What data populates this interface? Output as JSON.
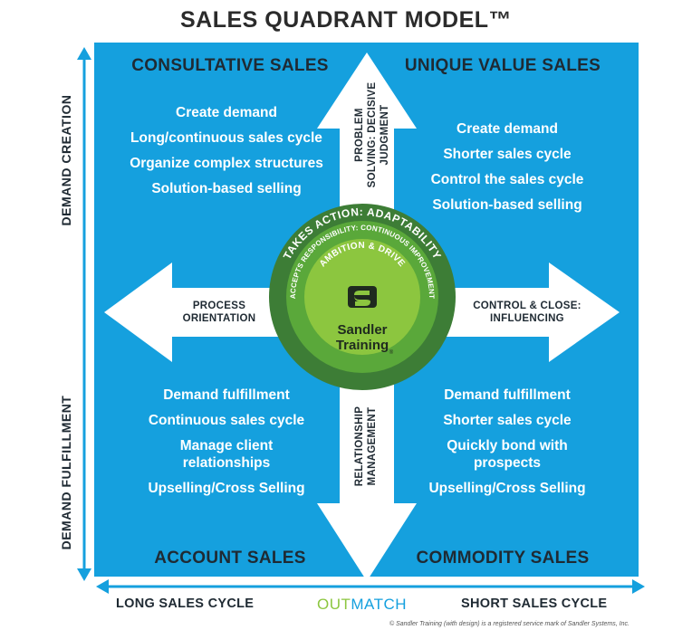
{
  "title": "SALES QUADRANT MODEL™",
  "quadrants": {
    "top_left": {
      "title": "CONSULTATIVE SALES",
      "bullets": [
        "Create demand",
        "Long/continuous sales cycle",
        "Organize complex structures",
        "Solution-based selling"
      ]
    },
    "top_right": {
      "title": "UNIQUE VALUE SALES",
      "bullets": [
        "Create demand",
        "Shorter sales cycle",
        "Control the sales cycle",
        "Solution-based selling"
      ]
    },
    "bottom_left": {
      "title": "ACCOUNT SALES",
      "bullets": [
        "Demand fulfillment",
        "Continuous sales cycle",
        "Manage client relationships",
        "Upselling/Cross Selling"
      ]
    },
    "bottom_right": {
      "title": "COMMODITY SALES",
      "bullets": [
        "Demand fulfillment",
        "Shorter sales cycle",
        "Quickly bond with prospects",
        "Upselling/Cross Selling"
      ]
    }
  },
  "arrows": {
    "up": "PROBLEM SOLVING: DECISIVE JUDGMENT",
    "down": "RELATIONSHIP MANAGEMENT",
    "left": [
      "PROCESS",
      "ORIENTATION"
    ],
    "right": [
      "CONTROL & CLOSE:",
      "INFLUENCING"
    ]
  },
  "center": {
    "outer_ring": "TAKES ACTION: ADAPTABILITY",
    "middle_ring": "ACCEPTS RESPONSIBILITY: CONTINUOUS IMPROVEMENT",
    "inner_ring": "AMBITION & DRIVE",
    "logo_line1": "Sandler",
    "logo_line2": "Training",
    "logo_mark": "®"
  },
  "axes": {
    "left_top": "DEMAND CREATION",
    "left_bottom": "DEMAND FULFILLMENT",
    "bottom_left": "LONG SALES CYCLE",
    "bottom_right": "SHORT SALES CYCLE"
  },
  "brand": {
    "out": "OUT",
    "match": "MATCH"
  },
  "footer": "© Sandler Training (with design) is a registered service mark of Sandler Systems, Inc.",
  "colors": {
    "blue": "#15a0de",
    "dark_green": "#3d7d36",
    "mid_green": "#5aa83a",
    "light_green": "#8cc63f",
    "brand_green": "#8cc63f",
    "text_dark": "#1f2a33"
  }
}
